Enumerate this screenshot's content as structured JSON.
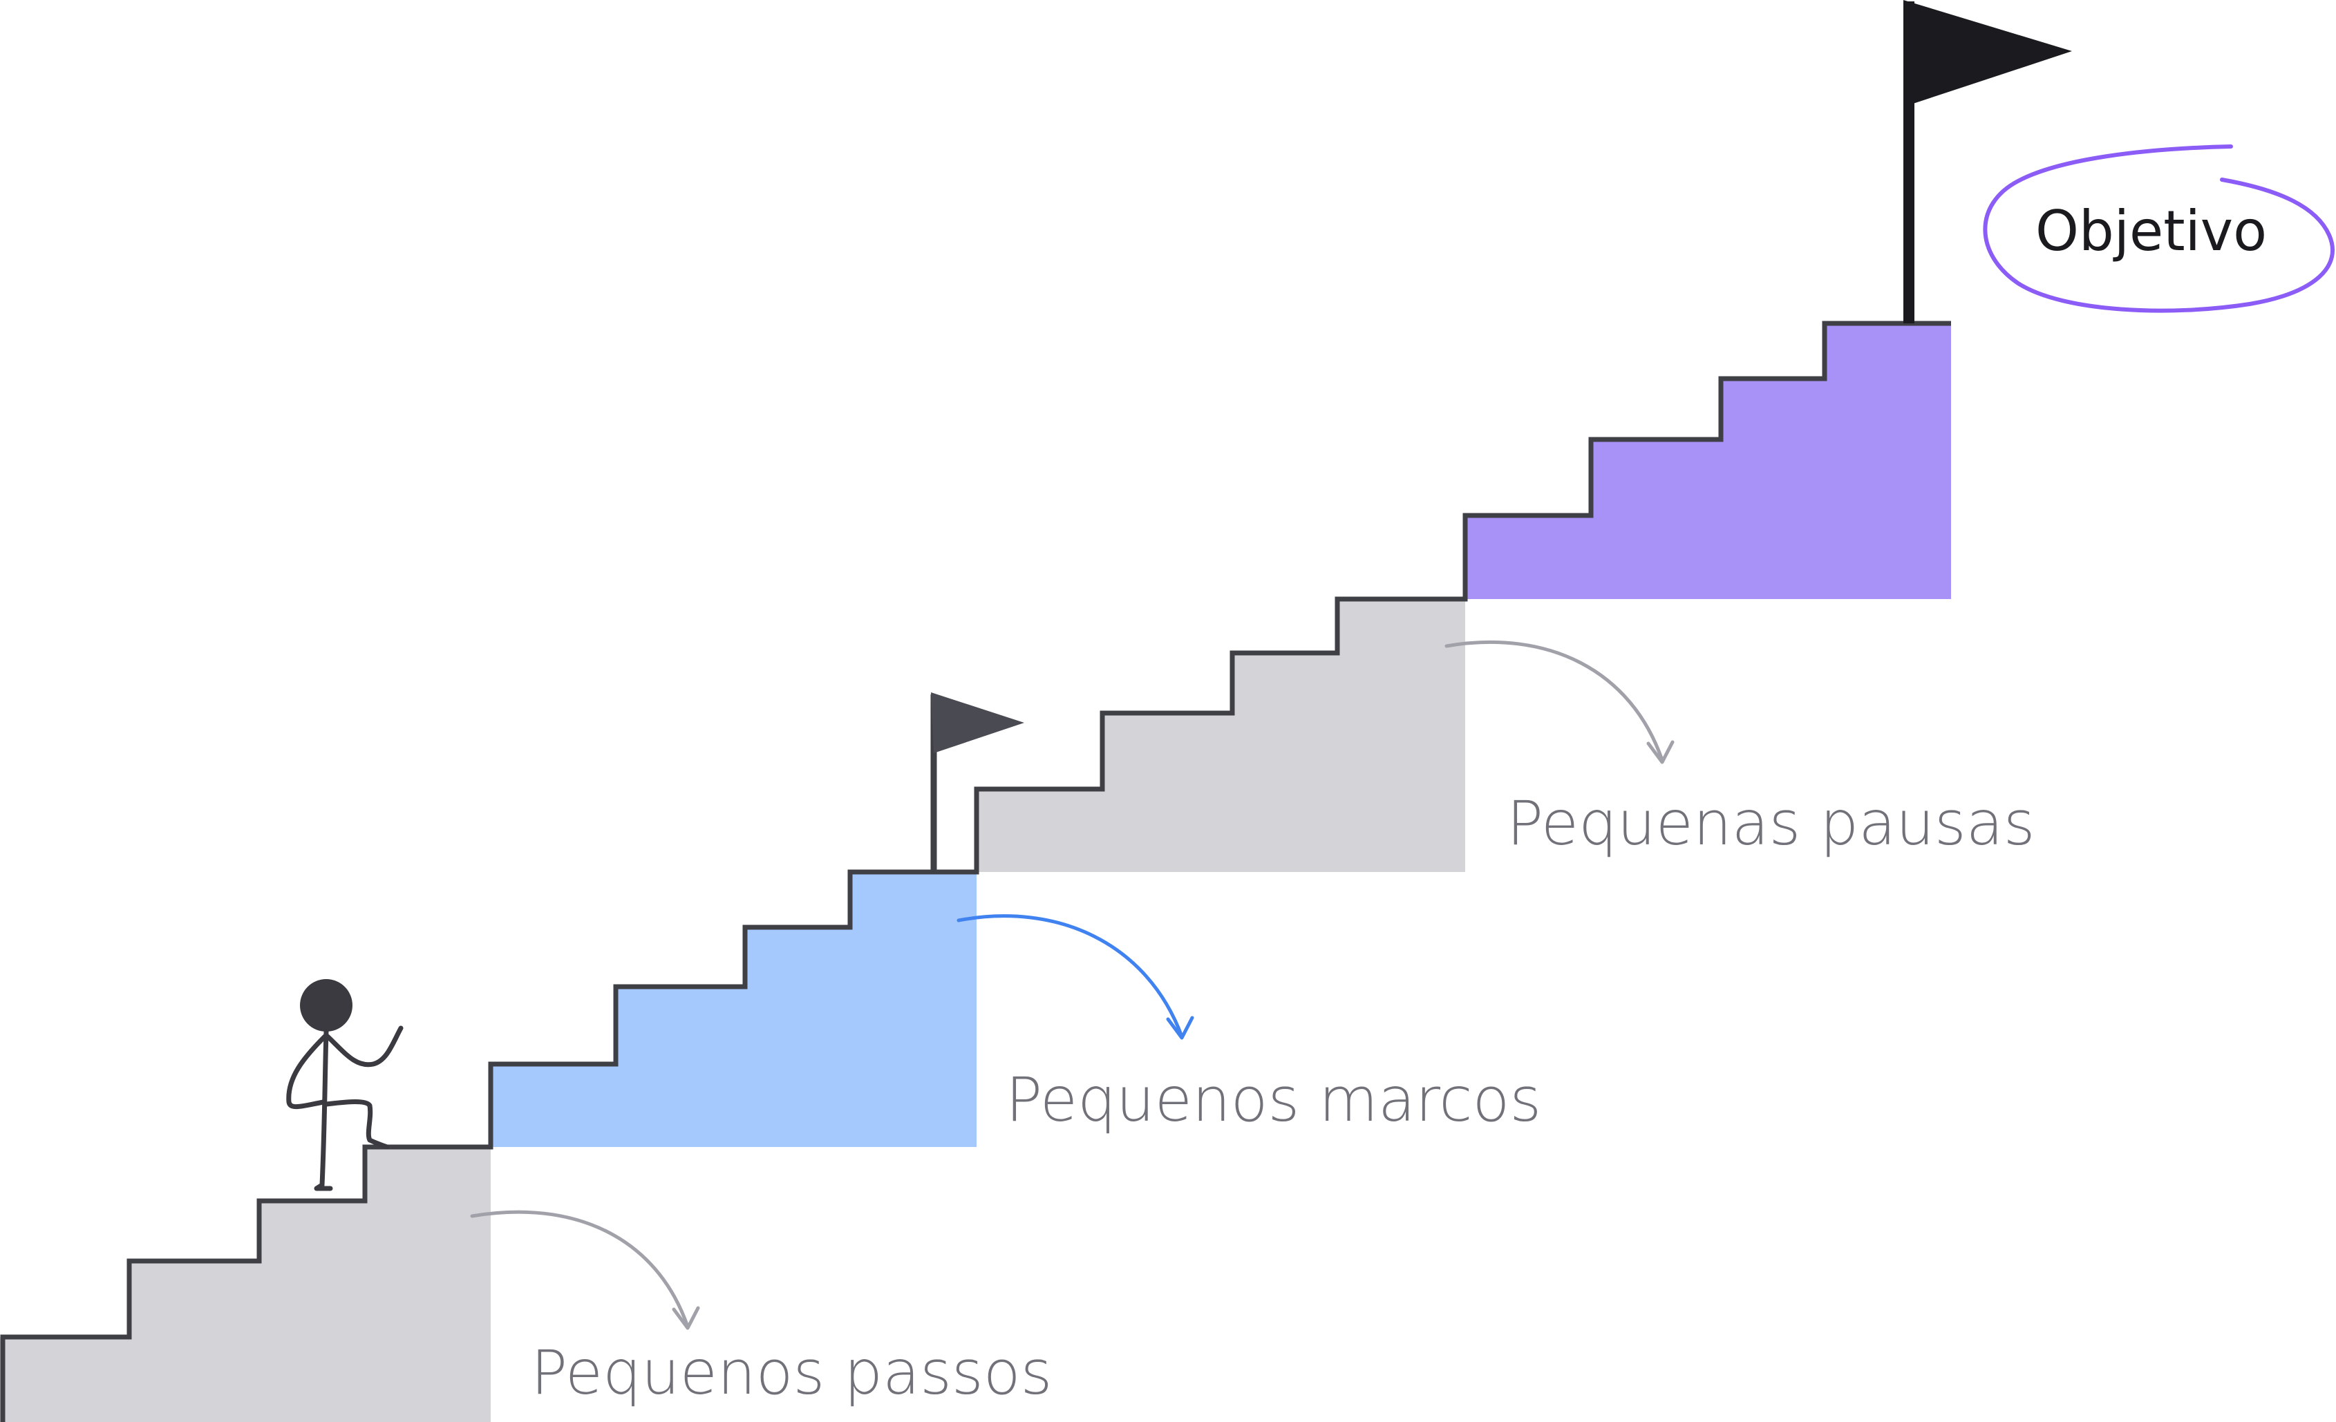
{
  "labels": {
    "steps": "Pequenos passos",
    "milestones": "Pequenos marcos",
    "pauses": "Pequenas pausas",
    "goal": "Objetivo"
  },
  "colors": {
    "background": "#ffffff",
    "stair_gray": "#d4d4d8",
    "stair_blue": "#a5c8fd",
    "stair_purple": "#a992f7",
    "outline": "#3f3f46",
    "text_gray": "#71717a",
    "arrow_gray": "#a1a1aa",
    "arrow_blue": "#3f82f0",
    "goal_ellipse": "#8b5cf6",
    "flag_dark": "#1b1b1f",
    "flag_small": "#4a4a52",
    "figure": "#3a3a40"
  },
  "icons": {
    "goal_flag": "flag-icon",
    "milestone_flag": "flag-icon",
    "climber": "stick-figure-icon"
  }
}
